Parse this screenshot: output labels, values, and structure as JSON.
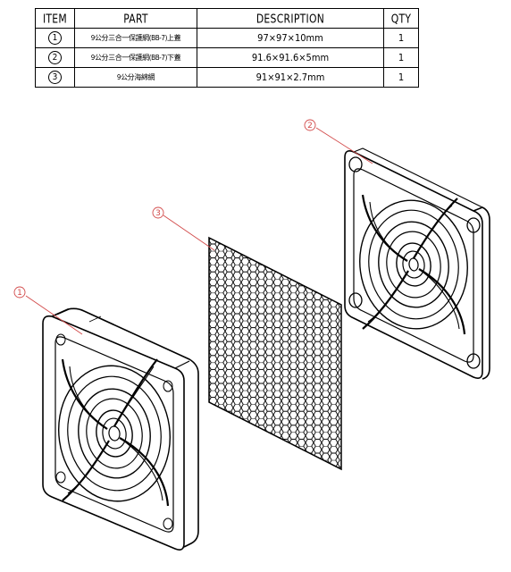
{
  "table": {
    "headers": [
      "ITEM",
      "PART",
      "DESCRIPTION",
      "QTY"
    ],
    "rows": [
      {
        "item": "1",
        "part": "9公分三合一保護網(BB-7)上蓋",
        "description": "97×97×10mm",
        "qty": "1"
      },
      {
        "item": "2",
        "part": "9公分三合一保護網(BB-7)下蓋",
        "description": "91.6×91.6×5mm",
        "qty": "1"
      },
      {
        "item": "3",
        "part": "9公分海綿網",
        "description": "91×91×2.7mm",
        "qty": "1"
      }
    ]
  },
  "callouts": [
    "1",
    "2",
    "3"
  ],
  "colors": {
    "line": "#000000",
    "leader": "#d24a4a"
  }
}
